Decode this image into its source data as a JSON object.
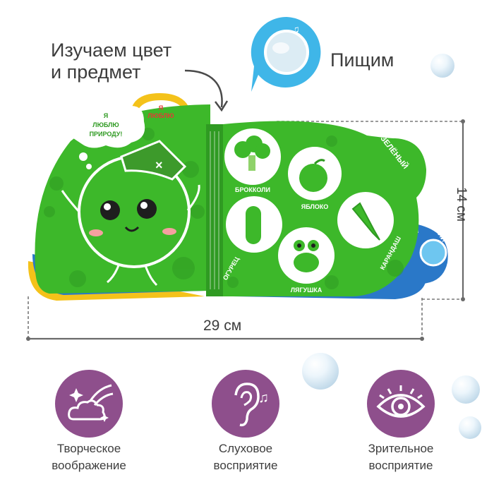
{
  "headline": {
    "line1": "Изучаем цвет",
    "line2": "и предмет"
  },
  "squeak_label": "Пищим",
  "dimensions": {
    "width": "29 см",
    "height": "14 см"
  },
  "book": {
    "left_page": {
      "cloud_text_line1": "Я",
      "cloud_text_line2": "ЛЮБЛЮ",
      "cloud_text_line3": "ПРИРОДУ!",
      "tab_text_line1": "Я",
      "tab_text_line2": "ЛЮБЛЮ"
    },
    "right_page": {
      "color_name": "ЗЕЛЁНЫЙ",
      "next_tab_color": "СИНИЙ",
      "items": [
        "БРОККОЛИ",
        "ЯБЛОКО",
        "ОГУРЕЦ",
        "КАРАНДАШ",
        "ЛЯГУШКА"
      ]
    }
  },
  "features": [
    {
      "line1": "Творческое",
      "line2": "воображение",
      "icon": "cloud-stars-icon"
    },
    {
      "line1": "Слуховое",
      "line2": "восприятие",
      "icon": "ear-music-icon"
    },
    {
      "line1": "Зрительное",
      "line2": "восприятие",
      "icon": "eye-icon"
    }
  ],
  "colors": {
    "green": "#3db82a",
    "purple": "#8e4f8c",
    "blue": "#2a78c8",
    "yellow": "#f4c21a"
  }
}
